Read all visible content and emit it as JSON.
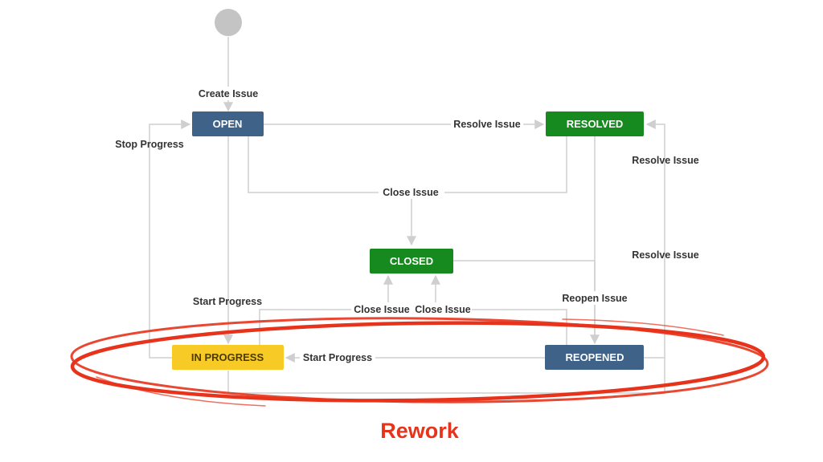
{
  "states": {
    "open": {
      "label": "OPEN",
      "color": "#3f6288",
      "text_color": "#ffffff"
    },
    "resolved": {
      "label": "RESOLVED",
      "color": "#178a1f",
      "text_color": "#ffffff"
    },
    "closed": {
      "label": "CLOSED",
      "color": "#178a1f",
      "text_color": "#ffffff"
    },
    "in_progress": {
      "label": "IN PROGRESS",
      "color": "#f8ca26",
      "text_color": "#4a3b00"
    },
    "reopened": {
      "label": "REOPENED",
      "color": "#3f6288",
      "text_color": "#ffffff"
    }
  },
  "transitions": {
    "create_issue": "Create Issue",
    "resolve_issue_top": "Resolve Issue",
    "stop_progress": "Stop Progress",
    "resolve_issue_right_upper": "Resolve Issue",
    "close_issue_center": "Close Issue",
    "resolve_issue_right_lower": "Resolve Issue",
    "start_progress_left": "Start Progress",
    "reopen_issue": "Reopen Issue",
    "close_issue_left": "Close Issue",
    "close_issue_right": "Close Issue",
    "start_progress_bottom": "Start Progress"
  },
  "annotation": {
    "label": "Rework",
    "color": "#e8331c"
  }
}
